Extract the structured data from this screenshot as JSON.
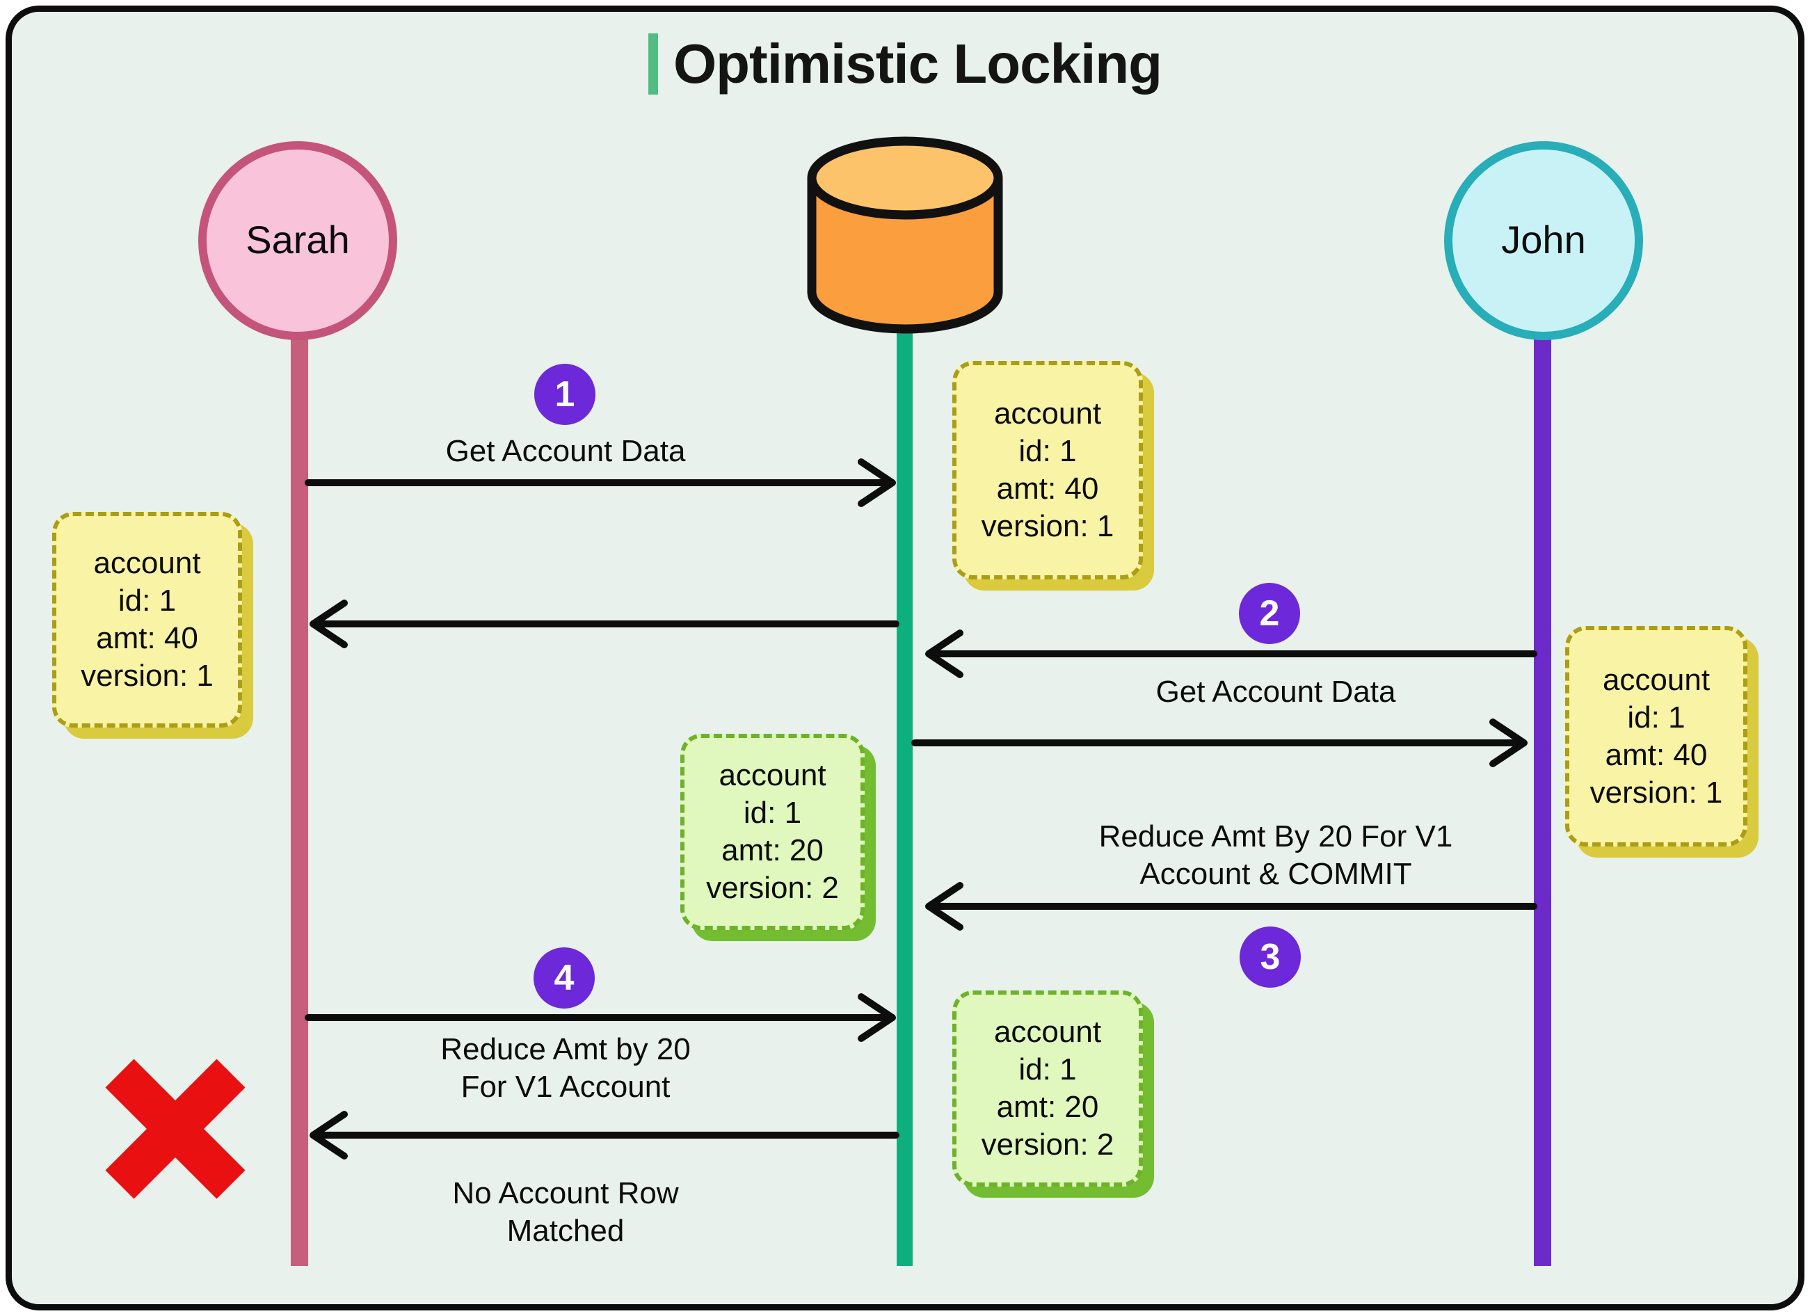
{
  "title": {
    "text": "Optimistic Locking"
  },
  "actors": {
    "sarah": "Sarah",
    "john": "John"
  },
  "steps": [
    "1",
    "2",
    "3",
    "4"
  ],
  "messages": {
    "get_account_data_1": "Get Account Data",
    "get_account_data_2": "Get Account Data",
    "reduce_commit": {
      "line1": "Reduce Amt By 20 For V1",
      "line2": "Account & COMMIT"
    },
    "reduce_v1": {
      "line1": "Reduce Amt by 20",
      "line2": "For V1 Account"
    },
    "no_match": {
      "line1": "No Account Row",
      "line2": "Matched"
    }
  },
  "notes": {
    "sarah_v1": {
      "lines": [
        "account",
        "id: 1",
        "amt: 40",
        "version: 1"
      ]
    },
    "db_v1": {
      "lines": [
        "account",
        "id: 1",
        "amt: 40",
        "version: 1"
      ]
    },
    "john_v1": {
      "lines": [
        "account",
        "id: 1",
        "amt: 40",
        "version: 1"
      ]
    },
    "db_v2": {
      "lines": [
        "account",
        "id: 1",
        "amt: 20",
        "version: 2"
      ]
    },
    "db_v2_result": {
      "lines": [
        "account",
        "id: 1",
        "amt: 20",
        "version: 2"
      ]
    }
  },
  "colors": {
    "background": "#e8f1ec",
    "frame_border": "#0d0d0d",
    "title_accent": "#52bd83",
    "sarah_fill": "#f9c3d9",
    "sarah_stroke": "#c4547a",
    "sarah_lifeline": "#c55f7c",
    "db_body": "#fb9e3e",
    "db_top": "#fdc36a",
    "db_lifeline": "#0caf7d",
    "john_fill": "#c9f2f6",
    "john_stroke": "#27aeb8",
    "john_lifeline": "#6c2bc9",
    "badge": "#6d28d9",
    "note_yellow": "#f8f3a5",
    "note_yellow_border": "#ab9d15",
    "note_yellow_shadow": "#d9ca3e",
    "note_green": "#e0f7bd",
    "note_green_border": "#6db22a",
    "note_green_shadow": "#74bd31",
    "failure_x": "#e81010",
    "arrow": "#0d0d0d"
  }
}
